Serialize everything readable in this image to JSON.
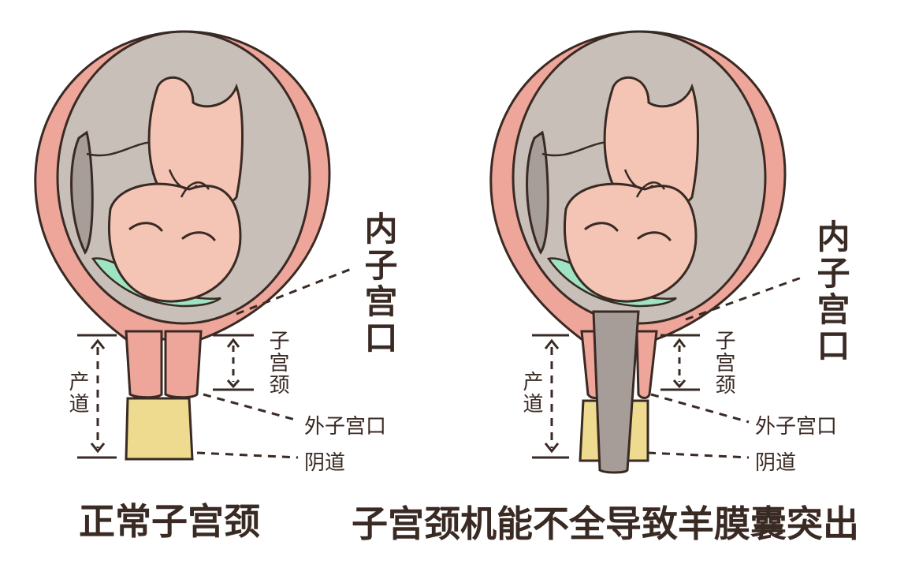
{
  "left_panel": {
    "title": "正常子宫颈",
    "inner_os": "内子宫口",
    "cervix": "子宫颈",
    "birth_canal": "产道",
    "outer_os": "外子宫口",
    "vagina": "阴道"
  },
  "right_panel": {
    "title": "子宫颈机能不全导致羊膜囊突出",
    "inner_os": "内子宫口",
    "cervix": "子宫颈",
    "birth_canal": "产道",
    "outer_os": "外子宫口",
    "vagina": "阴道"
  },
  "colors": {
    "uterus_wall": "#eea59a",
    "amniotic_fluid": "#c9bfb9",
    "fetus": "#f4c5b5",
    "placenta": "#a89e99",
    "membrane_bulge": "#a69c98",
    "vagina": "#eedb8f",
    "green_tissue": "#9ee3c2",
    "outline": "#3a2a24"
  }
}
